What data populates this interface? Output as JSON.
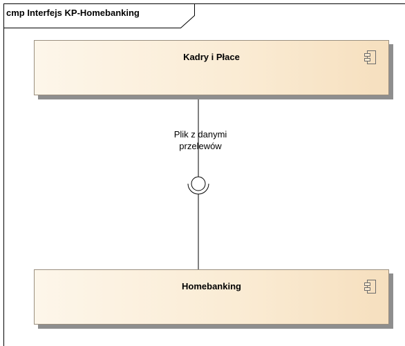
{
  "diagram": {
    "frame_title": "cmp Interfejs KP-Homebanking",
    "components": {
      "top": {
        "name": "Kadry i Płace",
        "icon": "component-icon"
      },
      "bottom": {
        "name": "Homebanking",
        "icon": "component-icon"
      }
    },
    "interface": {
      "label_line1": "Plik z danymi",
      "label_line2": "przelewów",
      "provided_icon": "lollipop-circle-icon",
      "required_icon": "socket-arc-icon"
    }
  },
  "colors": {
    "component_fill_light": "#fdf6ea",
    "component_fill_dark": "#f6dfbe",
    "component_border": "#9a8f7f",
    "shadow": "#8e8e8e",
    "line": "#000000"
  }
}
